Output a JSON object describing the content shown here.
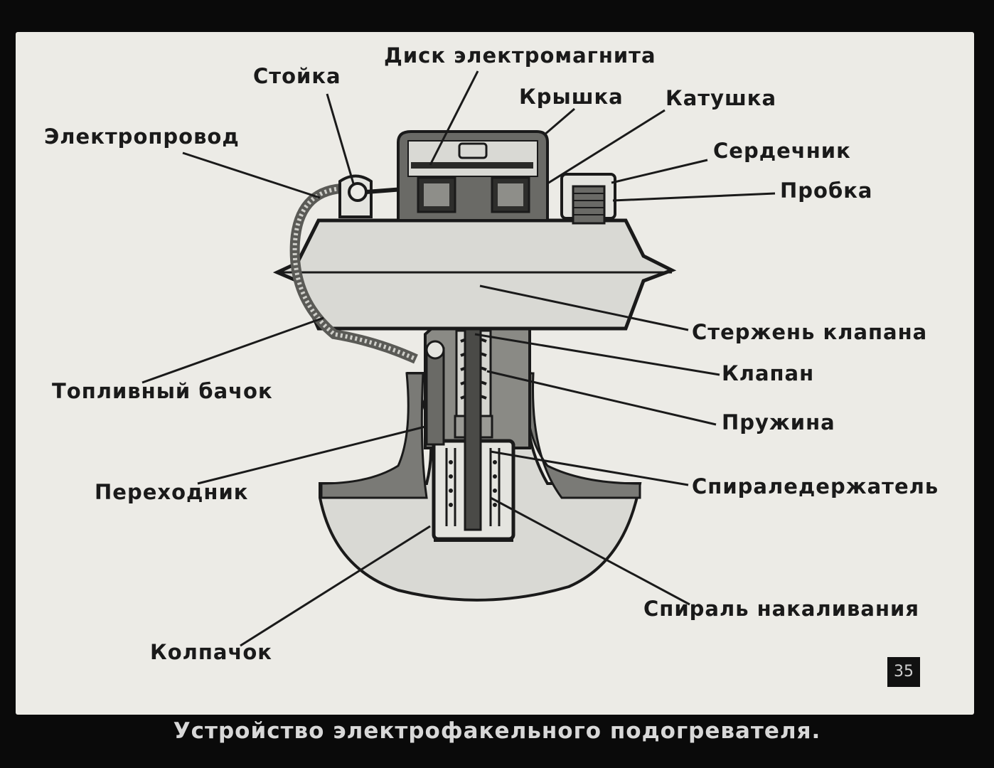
{
  "labels": {
    "disk": "Диск электромагнита",
    "stoika": "Стойка",
    "kryshka": "Крышка",
    "katushka": "Катушка",
    "elektroprovod": "Электропровод",
    "serdechnik": "Сердечник",
    "probka": "Пробка",
    "sterzhen": "Стержень клапана",
    "klapan": "Клапан",
    "bachok": "Топливный бачок",
    "pruzhina": "Пружина",
    "perekhodnik": "Переходник",
    "spiraledergatel": "Спираледержатель",
    "spiral": "Спираль накаливания",
    "kolpachok": "Колпачок"
  },
  "caption": "Устройство электрофакельного подогревателя.",
  "page_number": "35"
}
